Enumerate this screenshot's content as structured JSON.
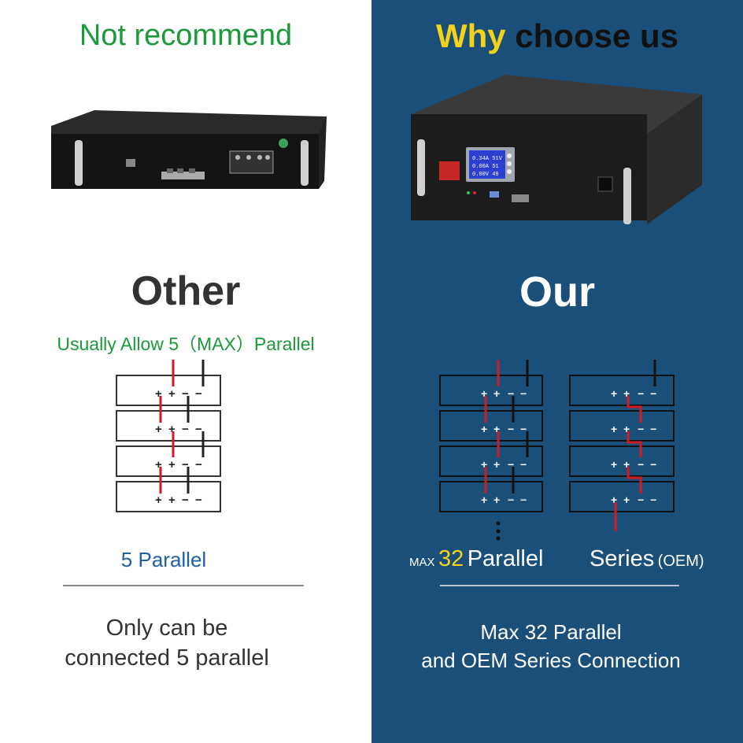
{
  "left": {
    "header": "Not recommend",
    "title": "Other",
    "subtitle": "Usually Allow 5（MAX）Parallel",
    "diagram_label": "5 Parallel",
    "caption_line1": "Only can be",
    "caption_line2": "connected 5  parallel"
  },
  "right": {
    "header_why": "Why",
    "header_rest": "choose us",
    "title": "Our",
    "parallel_prefix": "MAX",
    "parallel_number": "32",
    "parallel_suffix": "Parallel",
    "series_label": "Series",
    "series_suffix": "(OEM)",
    "caption_line1": "Max 32 Parallel",
    "caption_line2": "and OEM Series Connection"
  },
  "terminals": "+ + − −",
  "colors": {
    "green": "#1a9a3a",
    "yellow": "#f5d21a",
    "blue_text": "#1f5fa8",
    "panel_blue": "#1a4f7a",
    "red_wire": "#d11b24"
  }
}
